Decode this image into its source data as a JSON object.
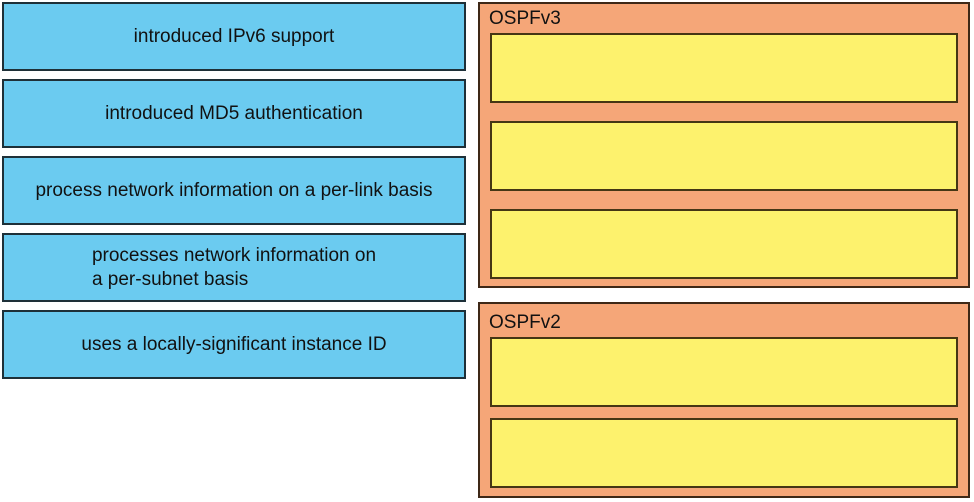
{
  "quiz": {
    "kind": "drag-and-drop-matching",
    "colors": {
      "source_card_fill": "#6BCBF0",
      "source_card_border": "#1E3038",
      "target_group_fill": "#F5A678",
      "target_group_border": "#3E2817",
      "drop_slot_fill": "#FDF26D",
      "drop_slot_border": "#453614",
      "text": "#111111"
    },
    "source_items": [
      {
        "label": "introduced IPv6 support"
      },
      {
        "label": "introduced MD5 authentication"
      },
      {
        "label": "process network information on a per-link basis"
      },
      {
        "label": "processes network information on\na per-subnet basis"
      },
      {
        "label": "uses a locally-significant instance ID"
      }
    ],
    "targets": [
      {
        "title": "OSPFv3",
        "slot_count": 3
      },
      {
        "title": "OSPFv2",
        "slot_count": 2
      }
    ]
  }
}
